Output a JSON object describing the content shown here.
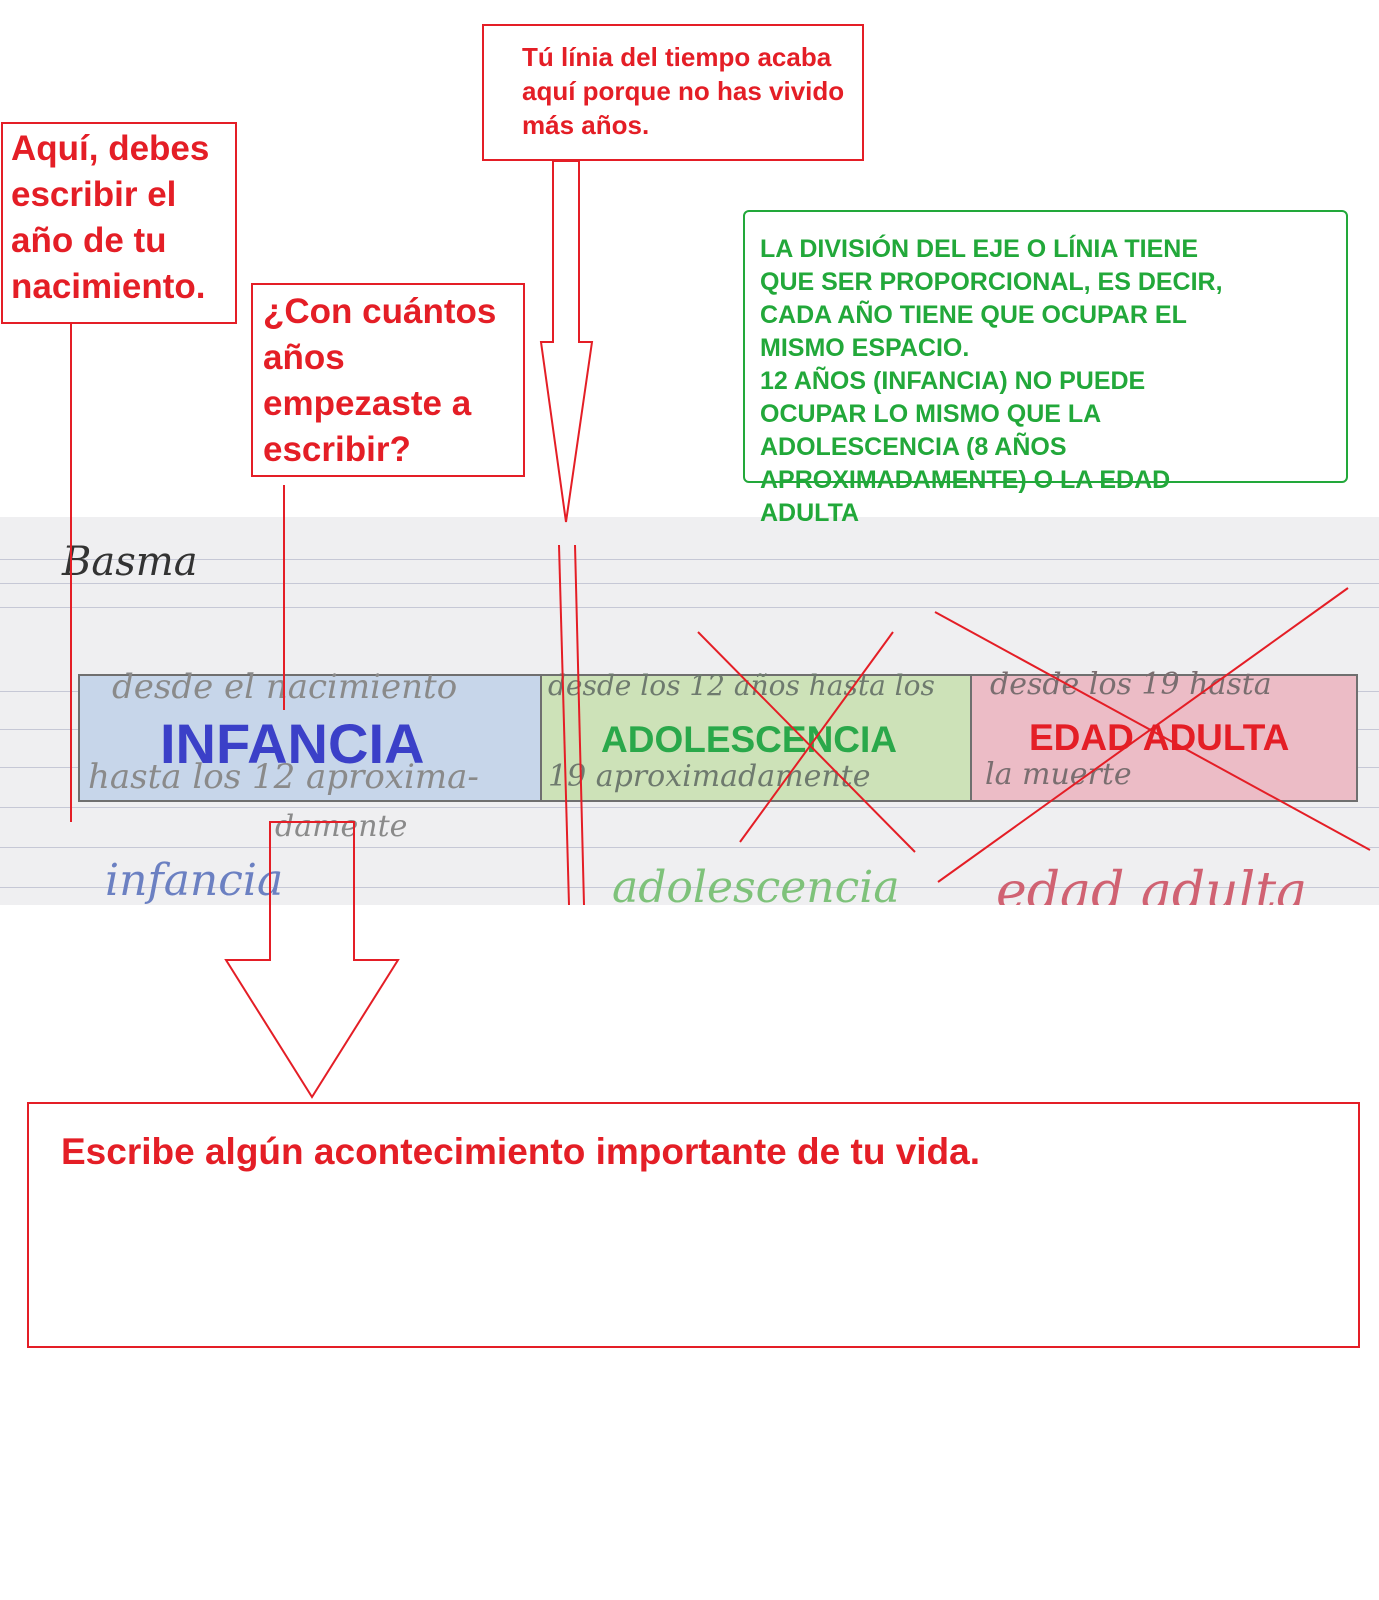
{
  "callouts": {
    "birth_year": "Aquí, debes escribir el año de tu nacimiento.",
    "writing_age": "¿Con cuántos años empezaste a escribir?",
    "timeline_end": "Tú línia del tiempo acaba aquí porque no has vivido más años.",
    "event": "Escribe algún acontecimiento importante de tu vida."
  },
  "note": {
    "lines": [
      "LA DIVISIÓN DEL EJE O LÍNIA TIENE",
      "QUE SER PROPORCIONAL, ES DECIR,",
      "CADA AÑO TIENE QUE OCUPAR EL",
      "MISMO ESPACIO.",
      "12 AÑOS (INFANCIA) NO PUEDE",
      "OCUPAR LO MISMO QUE LA",
      "ADOLESCENCIA (8 AÑOS",
      "APROXIMADAMENTE) O LA EDAD",
      "ADULTA"
    ],
    "color": "#22a83a"
  },
  "notebook": {
    "student_name": "Basma",
    "stages": [
      {
        "label": "INFANCIA",
        "color": "#3b40c8",
        "fill": "#c7d6ea",
        "handwriting": [
          "desde el nacimiento",
          "hasta los 12 aproxima-",
          "damente"
        ],
        "heading": "infancia"
      },
      {
        "label": "ADOLESCENCIA",
        "color": "#2aa84a",
        "fill": "#cde2b8",
        "handwriting": [
          "desde los 12 años hasta los",
          "19 aproximadamente"
        ],
        "heading": "adolescencia"
      },
      {
        "label": "EDAD ADULTA",
        "color": "#e41e26",
        "fill": "#ecbcc6",
        "handwriting": [
          "desde los 19 hasta",
          "la muerte"
        ],
        "heading": "edad adulta"
      }
    ]
  },
  "colors": {
    "annotation": "#e41e26",
    "note_border": "#22a83a"
  }
}
